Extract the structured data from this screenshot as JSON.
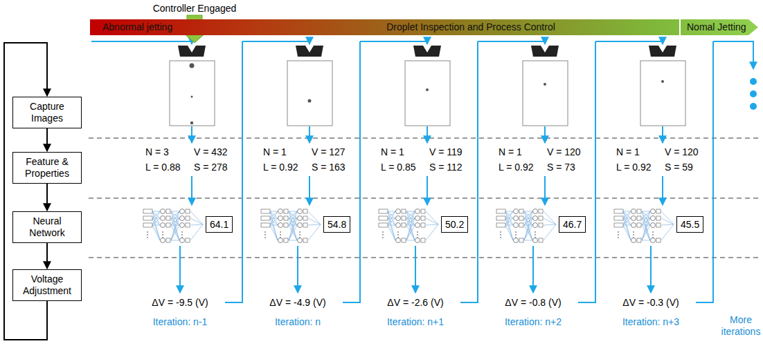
{
  "diagram": {
    "nodes": [
      {
        "text": [
          "Abnormal  jetting",
          "Droplet Inspection and Process Control",
          "Nomal Jetting"
        ]
      },
      {
        "text": [
          "Capture Images"
        ]
      },
      {
        "text": [
          "Feature & Properties"
        ]
      },
      {
        "text": [
          "Neural Network"
        ]
      },
      {
        "text": [
          "Voltage Adjustment"
        ]
      },
      {
        "text": [
          "64.1"
        ]
      },
      {
        "text": [
          "54.8"
        ]
      },
      {
        "text": [
          "50.2"
        ]
      },
      {
        "text": [
          "46.7"
        ]
      },
      {
        "text": [
          "45.5"
        ]
      }
    ],
    "edges": [
      {
        "from": 1,
        "to": 2,
        "arrow": "to"
      },
      {
        "from": 2,
        "to": 3,
        "arrow": "to"
      },
      {
        "from": 3,
        "to": 4,
        "arrow": "to"
      },
      {
        "from": 4,
        "to": 1,
        "arrow": "to"
      }
    ],
    "labels": [
      "Controller Engaged",
      "N = 3",
      "V = 432",
      "L = 0.88",
      "S = 278",
      "ΔV = -9.5 (V)",
      "Iteration: n-1",
      "N = 1",
      "V = 127",
      "L = 0.92",
      "S = 163",
      "ΔV = -4.9 (V)",
      "Iteration: n",
      "N = 1",
      "V = 119",
      "L = 0.85",
      "S = 112",
      "ΔV = -2.6 (V)",
      "Iteration: n+1",
      "N = 1",
      "V = 120",
      "L = 0.92",
      "S = 73",
      "ΔV = -0.8 (V)",
      "Iteration: n+2",
      "N = 1",
      "V = 120",
      "L = 0.92",
      "S = 59",
      "ΔV = -0.3 (V)",
      "Iteration: n+3",
      "More iterations"
    ]
  }
}
